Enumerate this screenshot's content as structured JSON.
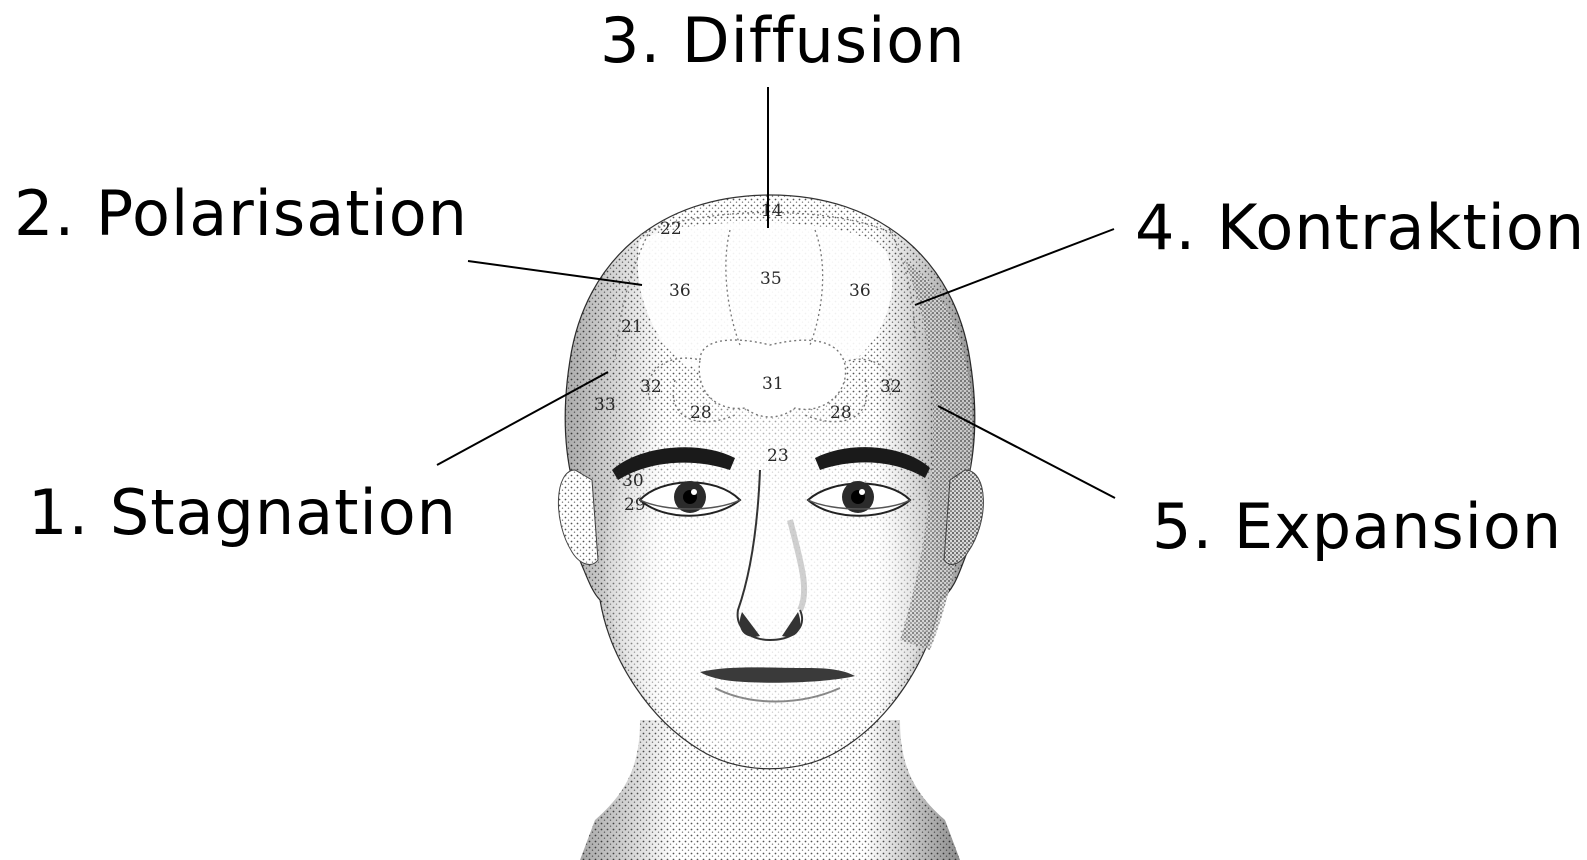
{
  "stages": {
    "stagnation": "1. Stagnation",
    "polarisation": "2. Polarisation",
    "diffusion": "3. Diffusion",
    "kontraktion": "4. Kontraktion",
    "expansion": "5. Expansion"
  },
  "head_regions": [
    "14",
    "22",
    "36",
    "35",
    "36",
    "21",
    "32",
    "31",
    "33",
    "28",
    "28",
    "23",
    "30",
    "29",
    "32"
  ],
  "colors": {
    "ink": "#000000",
    "background": "#ffffff",
    "skin_light": "#f3f3f0",
    "skin_shade": "#6b6b6b"
  }
}
